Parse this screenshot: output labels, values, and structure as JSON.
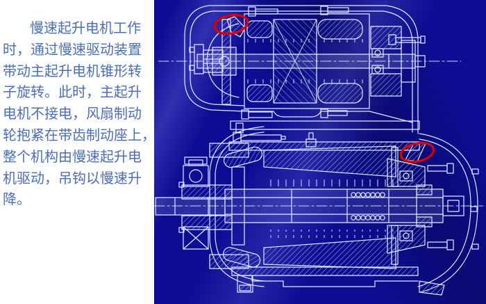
{
  "slide": {
    "background_color": "#0d0d93",
    "panel_color": "#ffffff",
    "text_color": "#4a6fb8",
    "highlight_color": "#dd0000",
    "drawing_line_color": "#e3e9ff"
  },
  "panel": {
    "lines": [
      "慢速起升电机工作",
      "时，通过慢速驱动装置",
      "带动主起升电机锥形转",
      "子旋转。此时，主起升",
      "电机不接电，风扇制动",
      "轮抱紧在带齿制动座上，",
      "整个机构由慢速起升电",
      "机驱动，吊钩以慢速升",
      "降。"
    ]
  }
}
